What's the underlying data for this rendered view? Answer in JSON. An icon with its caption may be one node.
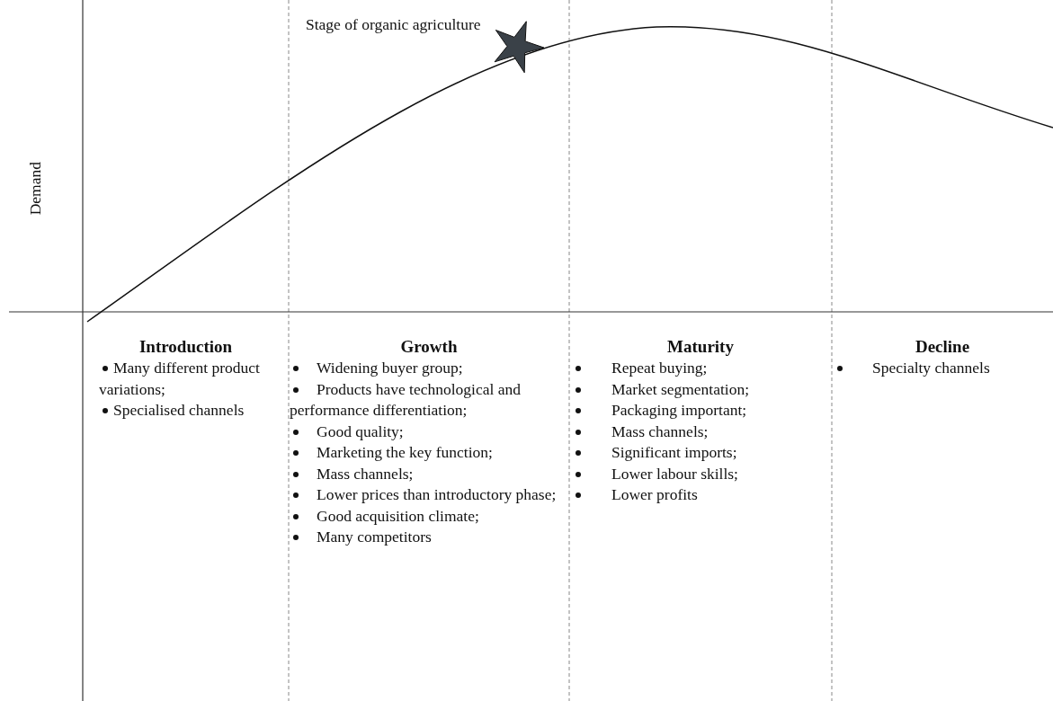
{
  "diagram": {
    "labels": [
      "Stage of organic agriculture",
      "Demand",
      "Introduction",
      "Many different product variations;",
      "Specialised channels",
      "Growth",
      "Widening buyer group;",
      "Products have technological and performance differentiation;",
      "Good quality;",
      "Marketing the key function;",
      "Mass channels;",
      "Lower prices than introductory phase;",
      "Good acquisition climate;",
      "Many competitors",
      "Maturity",
      "Repeat buying;",
      "Market segmentation;",
      "Packaging important;",
      "Mass channels;",
      "Significant imports;",
      "Lower labour skills;",
      "Lower profits",
      "Decline",
      "Specialty channels"
    ]
  }
}
